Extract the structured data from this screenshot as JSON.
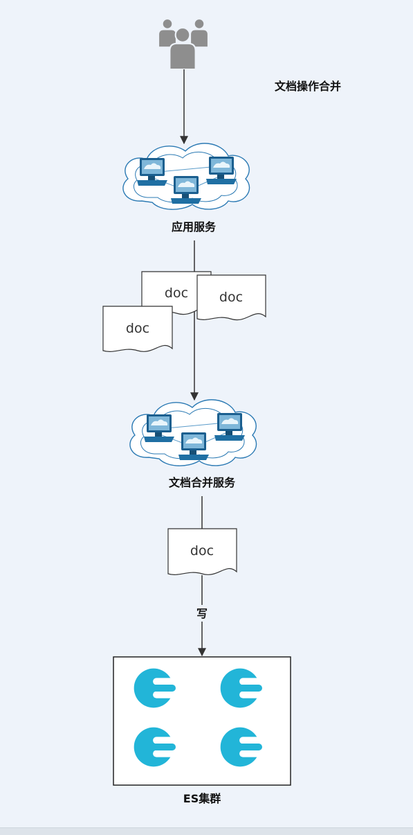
{
  "diagram": {
    "caption": "文档操作合并",
    "app_service_label": "应用服务",
    "merge_service_label": "文档合并服务",
    "edge_write_label": "写",
    "es_cluster_label": "ES集群",
    "doc_label": "doc",
    "users_icon": "users-icon",
    "network_icon": "network-cloud-icon",
    "es_node_icon": "elasticsearch-node-icon",
    "colors": {
      "background": "#eef3fa",
      "es_accent": "#22b5d8",
      "monitor_blue": "#1f6fa3",
      "users_gray": "#8e8e8e",
      "line": "#333333"
    }
  }
}
